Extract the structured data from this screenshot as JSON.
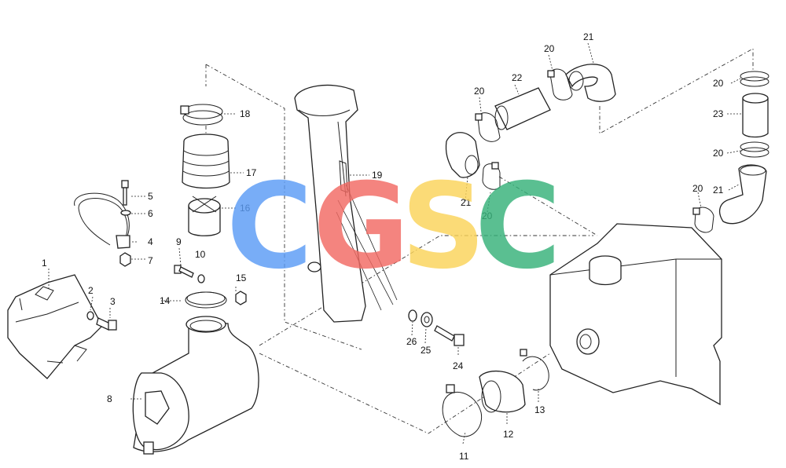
{
  "watermark": {
    "letters": [
      {
        "char": "C",
        "color": "#5b9cf6"
      },
      {
        "char": "G",
        "color": "#f26a63"
      },
      {
        "char": "S",
        "color": "#fbd45a"
      },
      {
        "char": "C",
        "color": "#36b27a"
      }
    ]
  },
  "callouts": [
    "1",
    "2",
    "3",
    "4",
    "5",
    "6",
    "7",
    "8",
    "9",
    "10",
    "11",
    "12",
    "13",
    "14",
    "15",
    "16",
    "17",
    "18",
    "19",
    "20",
    "20",
    "20",
    "20",
    "20",
    "20",
    "21",
    "21",
    "21",
    "22",
    "23",
    "24",
    "25",
    "26"
  ]
}
